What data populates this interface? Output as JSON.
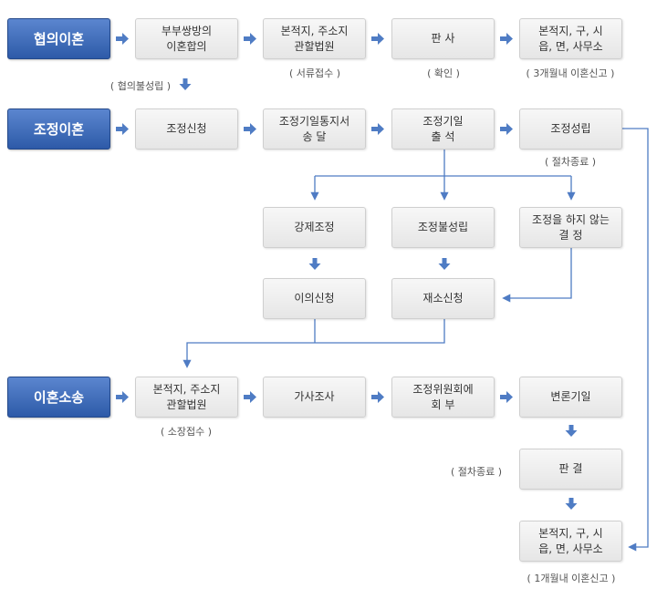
{
  "categories": {
    "agreement": "협의이혼",
    "mediation": "조정이혼",
    "litigation": "이혼소송"
  },
  "agreement_steps": {
    "mutual_agreement": "부부쌍방의\n이혼합의",
    "court_1": "본적지, 주소지\n관할법원",
    "judge": "판 사",
    "office_1": "본적지, 구, 시\n읍, 면, 사무소"
  },
  "mediation_steps": {
    "application": "조정신청",
    "notice": "조정기일통지서\n송 달",
    "attendance": "조정기일\n출 석",
    "established": "조정성립",
    "forced": "강제조정",
    "failed": "조정불성립",
    "no_decision": "조정을 하지 않는\n결 정",
    "objection": "이의신청",
    "resubmit": "재소신청"
  },
  "litigation_steps": {
    "court_2": "본적지, 주소지\n관할법원",
    "family_investigation": "가사조사",
    "committee": "조정위원회에\n회 부",
    "pleading": "변론기일",
    "judgment": "판 결",
    "office_2": "본적지, 구, 시\n읍, 면, 사무소"
  },
  "notes": {
    "agreement_failed": "( 협의불성립 )",
    "documents": "( 서류접수 )",
    "confirmation": "( 확인 )",
    "report_3m": "( 3개월내 이혼신고 )",
    "end_1": "( 절차종료 )",
    "complaint": "( 소장접수 )",
    "end_2": "( 절차종료 )",
    "report_1m": "( 1개월내 이혼신고 )"
  },
  "colors": {
    "category_top": "#5b86cf",
    "category_bottom": "#2d5aa8",
    "box_top": "#f7f7f7",
    "box_bottom": "#e6e6e6",
    "arrow": "#4f7cc4"
  }
}
